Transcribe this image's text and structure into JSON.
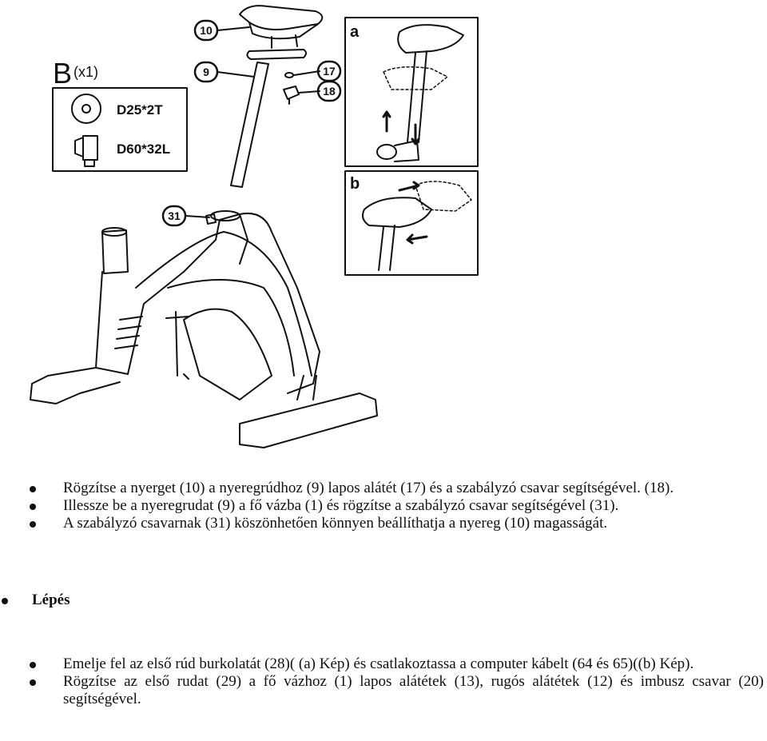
{
  "figure": {
    "callouts": {
      "c10": "10",
      "c9": "9",
      "c17": "17",
      "c18": "18",
      "c31": "31"
    },
    "parts_box": {
      "letter": "B",
      "qty": "(x1)",
      "item1": "D25*2T",
      "item2": "D60*32L"
    },
    "inset_labels": {
      "a": "a",
      "b": "b"
    }
  },
  "instructions_1": [
    "Rögzítse a nyerget (10) a nyeregrúdhoz (9) lapos alátét (17) és a szabályzó csavar segítségével. (18).",
    "Illessze be a nyeregrudat (9) a fő vázba (1) és rögzítse a szabályzó csavar segítségével (31).",
    "A szabályzó csavarnak (31) köszönhetően könnyen beállíthatja a nyereg (10) magasságát."
  ],
  "step_heading": "Lépés",
  "instructions_2": [
    "Emelje fel az első rúd burkolatát (28)( (a) Kép) és csatlakoztassa a computer kábelt (64 és 65)((b) Kép).",
    "Rögzítse az első rudat (29) a fő vázhoz (1) lapos alátétek (13), rugós alátétek (12) és imbusz csavar (20) segítségével."
  ]
}
